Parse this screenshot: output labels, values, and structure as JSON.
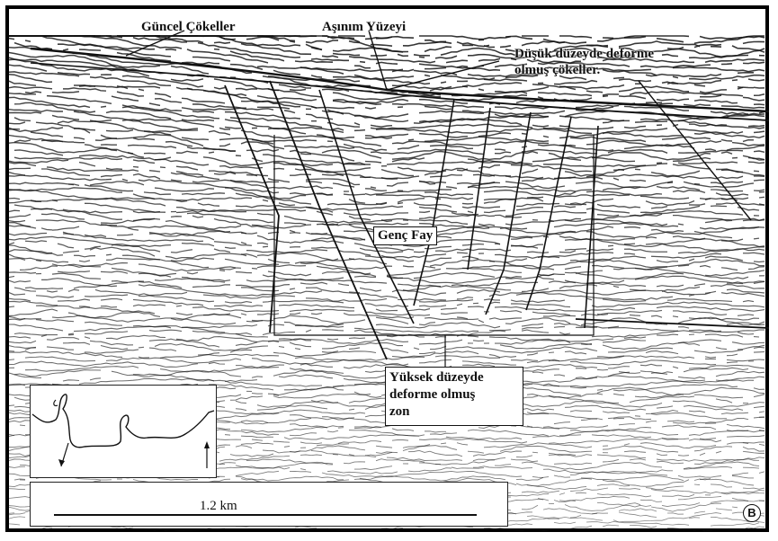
{
  "labels": {
    "guncel_cokeller": "Güncel Çökeller",
    "asinim_yuzeyi": "Aşınım Yüzeyi",
    "dusuk_line1": "Düşük düzeyde deforme",
    "dusuk_line2": "olmuş çökeller.",
    "genc_fay": "Genç Fay",
    "yuksek_line1": "Yüksek düzeyde",
    "yuksek_line2": "deforme olmuş",
    "yuksek_line3": "zon"
  },
  "scale": {
    "label": "1.2 km"
  },
  "panel_letter": "B",
  "colors": {
    "ink": "#111111",
    "background": "#ffffff"
  }
}
